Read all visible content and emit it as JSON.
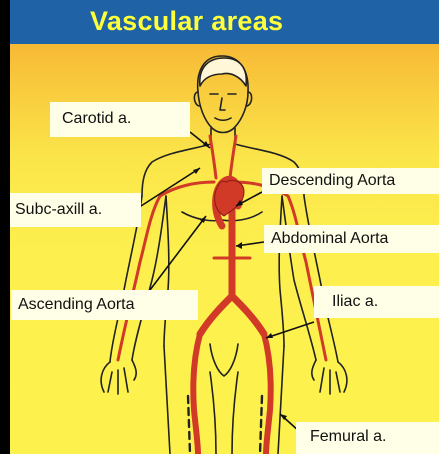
{
  "title": "Vascular areas",
  "labels": {
    "carotid": "Carotid a.",
    "descending_aorta": "Descending Aorta",
    "subc_axill": "Subc-axill a.",
    "abdominal_aorta": "Abdominal Aorta",
    "ascending_aorta": "Ascending Aorta",
    "iliac": "Iliac a.",
    "femural": "Femural a."
  },
  "colors": {
    "title_text": "#ffff3c",
    "title_bar": "#1f63a6",
    "artery": "#d23a28",
    "label_box": "#fffee6",
    "background_top": "#f6a62e",
    "background_bottom": "#fdf24d"
  }
}
